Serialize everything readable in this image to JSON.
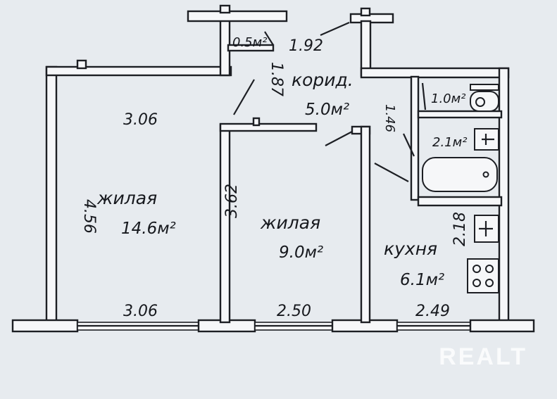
{
  "rooms": {
    "living_large": {
      "label": "жилая",
      "area": "14.6м²",
      "dim_top": "3.06",
      "dim_side": "4.56",
      "dim_bottom": "3.06"
    },
    "living_small": {
      "label": "жилая",
      "area": "9.0м²",
      "dim_side": "3.62",
      "dim_bottom": "2.50"
    },
    "corridor": {
      "label": "корид.",
      "area": "5.0м²",
      "dim_top": "1.92",
      "dim_side": "1.87"
    },
    "closet": {
      "area": "0.5м²"
    },
    "kitchen": {
      "label": "кухня",
      "area": "6.1м²",
      "dim_side": "2.18",
      "dim_bottom": "2.49"
    },
    "toilet": {
      "area": "1.0м²"
    },
    "bathroom": {
      "area": "2.1м²",
      "dim_side": "1.46"
    }
  },
  "watermark": "REALT",
  "colors": {
    "paper": "#e7ebef",
    "wall_fill": "#f6f7f9",
    "ink": "#1d1f24"
  }
}
